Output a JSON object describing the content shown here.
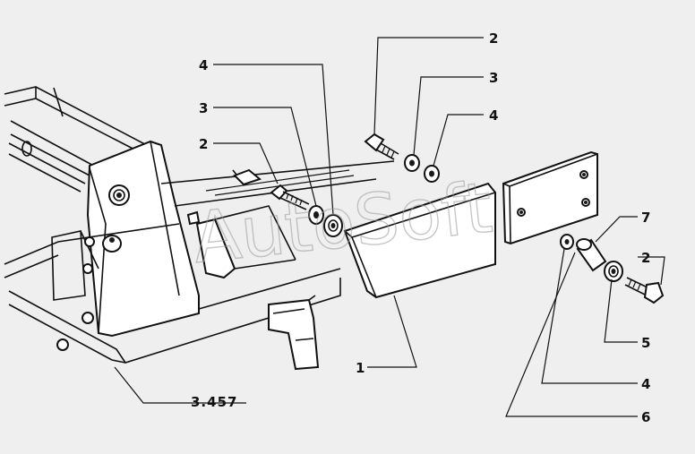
{
  "watermark": "AutoSoft",
  "reference_label": "3.457",
  "callouts": {
    "c1": "1",
    "c2a": "2",
    "c2b": "2",
    "c2c": "2",
    "c3a": "3",
    "c3b": "3",
    "c4a": "4",
    "c4b": "4",
    "c4c": "4",
    "c5": "5",
    "c6": "6",
    "c7": "7"
  }
}
